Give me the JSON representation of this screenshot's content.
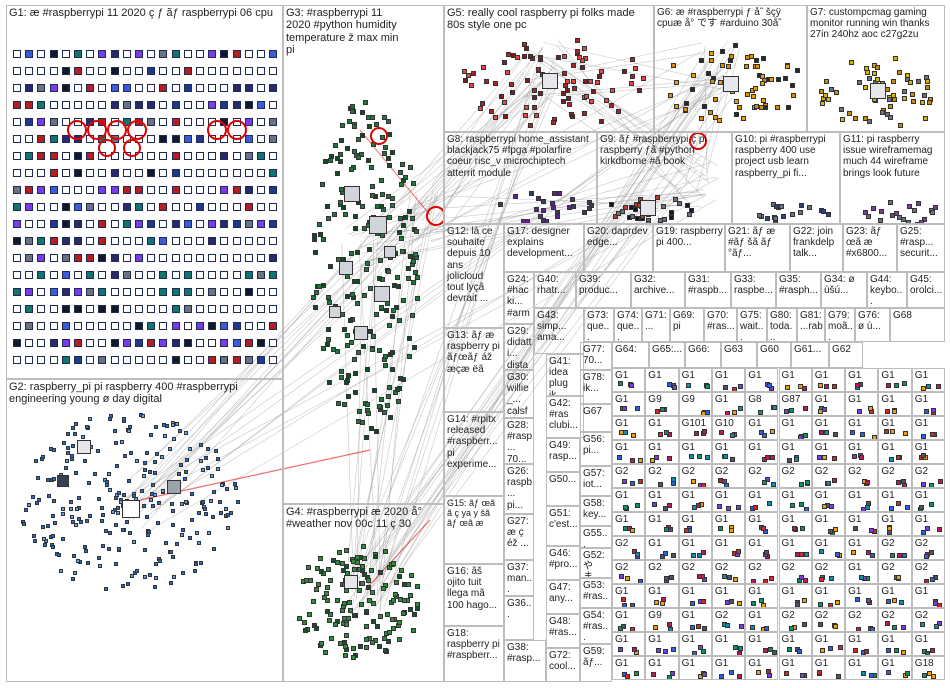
{
  "groups": [
    {
      "id": "G1",
      "label": "G1: æ #raspberrypi 11 2020 ç ƒ ãƒ raspberrypi 06 cpu"
    },
    {
      "id": "G2",
      "label": "G2: raspberry_pi pi raspberry 400 #raspberrypi engineering young ø day digital"
    },
    {
      "id": "G3",
      "label": "G3: #raspberrypi 11 2020 #python humidity temperature ž max min pi"
    },
    {
      "id": "G4",
      "label": "G4: #raspberrypi æ 2020 å° #weather nov 00c 11 ç 30"
    },
    {
      "id": "G5",
      "label": "G5: really cool raspberry pi folks made 80s style one pc"
    },
    {
      "id": "G6",
      "label": "G6: æ #raspberrypi ƒ åˆ šçÿ cpuæ å° です #arduino 30åˆ"
    },
    {
      "id": "G7",
      "label": "G7: custompcmag gaming monitor running win thanks 27in 240hz aoc c27g2zu"
    },
    {
      "id": "G8",
      "label": "G8: raspberrypi home_assistant blackjack75 #fpga #polarfire coeur risc_v microchiptech atterrit module"
    },
    {
      "id": "G9",
      "label": "G9: ãƒ #raspberrypi ç pi raspberry ƒã #python kirkdborne #ã book"
    },
    {
      "id": "G10",
      "label": "G10: pi #raspberrypi raspberry 400 use project usb learn raspberry_pi fi..."
    },
    {
      "id": "G11",
      "label": "G11: pi raspberry issue wireframemag much 44 wireframe brings look future"
    },
    {
      "id": "G12",
      "label": "G12: là ce souhaite depuis 10 ans jolicloud tout lyçã devrait ..."
    },
    {
      "id": "G13",
      "label": "G13: ãƒ æ raspberry pi ãƒœãƒ áž æçæ ëã"
    },
    {
      "id": "G14",
      "label": "G14: #rpitx released #raspberr... pi experime..."
    },
    {
      "id": "G15",
      "label": "G15: ãƒ œã ã ç ya y šã ãƒ œã æ"
    },
    {
      "id": "G16",
      "label": "G16: ãš ojito tuit llega mã 100 hago..."
    },
    {
      "id": "G17",
      "label": "G17: designer explains development..."
    },
    {
      "id": "G18",
      "label": "G18: raspberry pi #raspberr..."
    },
    {
      "id": "G19",
      "label": "G19: raspberry pi 400..."
    },
    {
      "id": "G20",
      "label": "G20: daprdev edge..."
    },
    {
      "id": "G21",
      "label": "G21: ãƒ æ #ãƒ šã ãƒ °ãƒ..."
    },
    {
      "id": "G22",
      "label": "G22: join frankdelp talk..."
    },
    {
      "id": "G23",
      "label": "G23: ãƒ œã æ #x6800..."
    },
    {
      "id": "G24",
      "label": "G24: #hacki... #arm..."
    },
    {
      "id": "G25",
      "label": "G25: #rasp... securit..."
    },
    {
      "id": "G26",
      "label": "G26: raspb... pi..."
    },
    {
      "id": "G27",
      "label": "G27: æ ç éž ..."
    },
    {
      "id": "G28",
      "label": "G28: #rasp... 70..."
    },
    {
      "id": "G29",
      "label": "G29: didatti... distan..."
    },
    {
      "id": "G30",
      "label": "G30: willie_... calsfs..."
    },
    {
      "id": "G31",
      "label": "G31: #raspb..."
    },
    {
      "id": "G32",
      "label": "G32: archive..."
    },
    {
      "id": "G33",
      "label": "G33: raspbe..."
    },
    {
      "id": "G34",
      "label": "G34: ø ùšú..."
    },
    {
      "id": "G35",
      "label": "G35: #rasph..."
    },
    {
      "id": "G36",
      "label": "G36..."
    },
    {
      "id": "G37",
      "label": "G37: man..."
    },
    {
      "id": "G38",
      "label": "G38: #rasp..."
    },
    {
      "id": "G39",
      "label": "G39: produc..."
    },
    {
      "id": "G40",
      "label": "G40: rhatr..."
    },
    {
      "id": "G41",
      "label": "G41: idea plug ik..."
    },
    {
      "id": "G42",
      "label": "G42: #ras clubi..."
    },
    {
      "id": "G43",
      "label": "G43: simp... ama..."
    },
    {
      "id": "G44",
      "label": "G44: keybo..."
    },
    {
      "id": "G45",
      "label": "G45: orolci..."
    },
    {
      "id": "G46",
      "label": "G46: #pro..."
    },
    {
      "id": "G47",
      "label": "G47: any..."
    },
    {
      "id": "G48",
      "label": "G48: #ras..."
    },
    {
      "id": "G49",
      "label": "G49: rasp..."
    },
    {
      "id": "G50",
      "label": "G50..."
    },
    {
      "id": "G51",
      "label": "G51: c'est..."
    },
    {
      "id": "G52",
      "label": "G52: やま..."
    },
    {
      "id": "G53",
      "label": "G53: #ras..."
    },
    {
      "id": "G54",
      "label": "G54: #ras..."
    },
    {
      "id": "G55",
      "label": "G55..."
    },
    {
      "id": "G56",
      "label": "G56: pi..."
    },
    {
      "id": "G57",
      "label": "G57: iot..."
    },
    {
      "id": "G58",
      "label": "G58: key..."
    },
    {
      "id": "G59",
      "label": "G59: ãƒ..."
    },
    {
      "id": "G60",
      "label": "G60"
    },
    {
      "id": "G61",
      "label": "G61..."
    },
    {
      "id": "G62",
      "label": "G62"
    },
    {
      "id": "G63",
      "label": "G63"
    },
    {
      "id": "G64",
      "label": "G64:"
    },
    {
      "id": "G65",
      "label": "G65:..."
    },
    {
      "id": "G66",
      "label": "G66:"
    },
    {
      "id": "G67",
      "label": "G67"
    },
    {
      "id": "G68",
      "label": "G68"
    },
    {
      "id": "G69",
      "label": "G69: pi"
    },
    {
      "id": "G70",
      "label": "G70: #ras..."
    },
    {
      "id": "G71",
      "label": "G71: ..."
    },
    {
      "id": "G72",
      "label": "G72: cool..."
    },
    {
      "id": "G73",
      "label": "G73: que..."
    },
    {
      "id": "G74",
      "label": "G74: que..."
    },
    {
      "id": "G75",
      "label": "G75: wait..."
    },
    {
      "id": "G76",
      "label": "G76: ø ù..."
    },
    {
      "id": "G77",
      "label": "G77: 70..."
    },
    {
      "id": "G78",
      "label": "G78: ik..."
    },
    {
      "id": "G79",
      "label": "G79: moã..."
    },
    {
      "id": "G80",
      "label": "G80: toda..."
    },
    {
      "id": "G81",
      "label": "G81: ...rab"
    }
  ],
  "small_cells": [
    {
      "label": "G1"
    },
    {
      "label": "G1"
    },
    {
      "label": "G1"
    },
    {
      "label": "G1"
    },
    {
      "label": "G1"
    },
    {
      "label": "G1"
    },
    {
      "label": "G1"
    },
    {
      "label": "G1"
    },
    {
      "label": "G1"
    },
    {
      "label": "G1"
    },
    {
      "label": "G1"
    },
    {
      "label": "G9"
    },
    {
      "label": "G9"
    },
    {
      "label": "G1"
    },
    {
      "label": "G8"
    },
    {
      "label": "G87"
    },
    {
      "label": "G1"
    },
    {
      "label": "G1"
    },
    {
      "label": "G1"
    },
    {
      "label": "G1"
    },
    {
      "label": "G1"
    },
    {
      "label": "G1"
    },
    {
      "label": "G101"
    },
    {
      "label": "G10"
    },
    {
      "label": "G1"
    },
    {
      "label": "G1"
    },
    {
      "label": "G1"
    },
    {
      "label": "G1"
    },
    {
      "label": "G1"
    },
    {
      "label": "G1"
    },
    {
      "label": "G1"
    },
    {
      "label": "G1"
    },
    {
      "label": "G1"
    },
    {
      "label": "G1"
    },
    {
      "label": "G1"
    },
    {
      "label": "G1"
    },
    {
      "label": "G1"
    },
    {
      "label": "G1"
    },
    {
      "label": "G1"
    },
    {
      "label": "G1"
    },
    {
      "label": "G2"
    },
    {
      "label": "G2"
    },
    {
      "label": "G2"
    },
    {
      "label": "G2"
    },
    {
      "label": "G2"
    },
    {
      "label": "G2"
    },
    {
      "label": "G2"
    },
    {
      "label": "G2"
    },
    {
      "label": "G2"
    },
    {
      "label": "G2"
    },
    {
      "label": "G1"
    },
    {
      "label": "G1"
    },
    {
      "label": "G1"
    },
    {
      "label": "G1"
    },
    {
      "label": "G1"
    },
    {
      "label": "G1"
    },
    {
      "label": "G1"
    },
    {
      "label": "G1"
    },
    {
      "label": "G1"
    },
    {
      "label": "G1"
    },
    {
      "label": "G1"
    },
    {
      "label": "G1"
    },
    {
      "label": "G1"
    },
    {
      "label": "G1"
    },
    {
      "label": "G1"
    },
    {
      "label": "G1"
    },
    {
      "label": "G1"
    },
    {
      "label": "G1"
    },
    {
      "label": "G1"
    },
    {
      "label": "G1"
    },
    {
      "label": "G2"
    },
    {
      "label": "G1"
    },
    {
      "label": "G1"
    },
    {
      "label": "G1"
    },
    {
      "label": "G1"
    },
    {
      "label": "G1"
    },
    {
      "label": "G1"
    },
    {
      "label": "G1"
    },
    {
      "label": "G2"
    },
    {
      "label": "G2"
    },
    {
      "label": "G2"
    },
    {
      "label": "G2"
    },
    {
      "label": "G2"
    },
    {
      "label": "G2"
    },
    {
      "label": "G2"
    },
    {
      "label": "G2"
    },
    {
      "label": "G2"
    },
    {
      "label": "G1"
    },
    {
      "label": "G2"
    },
    {
      "label": "G2"
    },
    {
      "label": "G1"
    },
    {
      "label": "G1"
    },
    {
      "label": "G1"
    },
    {
      "label": "G1"
    },
    {
      "label": "G1"
    },
    {
      "label": "G1"
    },
    {
      "label": "G1"
    },
    {
      "label": "G1"
    },
    {
      "label": "G1"
    },
    {
      "label": "G1"
    },
    {
      "label": "G1"
    },
    {
      "label": "G9"
    },
    {
      "label": "G1"
    },
    {
      "label": "G2"
    },
    {
      "label": "G1"
    },
    {
      "label": "G2"
    },
    {
      "label": "G2"
    },
    {
      "label": "G2"
    },
    {
      "label": "G2"
    },
    {
      "label": "G2"
    },
    {
      "label": "G1"
    },
    {
      "label": "G1"
    },
    {
      "label": "G1"
    },
    {
      "label": "G1"
    },
    {
      "label": "G1"
    },
    {
      "label": "G1"
    },
    {
      "label": "G1"
    },
    {
      "label": "G1"
    },
    {
      "label": "G1"
    },
    {
      "label": "G1"
    },
    {
      "label": "G1"
    },
    {
      "label": "G1"
    },
    {
      "label": "G1"
    },
    {
      "label": "G1"
    },
    {
      "label": "G1"
    },
    {
      "label": "G1"
    },
    {
      "label": "G1"
    },
    {
      "label": "G1"
    },
    {
      "label": "G1"
    },
    {
      "label": "G18"
    }
  ],
  "colors": {
    "edge": "#9a9a9a",
    "highlight": "#e00000",
    "g1": "#1f3a8a",
    "g2": "#1e6fd9",
    "g3": "#1b7a3a",
    "g4": "#2e8b3a",
    "g5": "#b22222",
    "g6": "#e08a00",
    "g7": "#d4b400",
    "g8": "#6a1b9a",
    "g9": "#c0392b",
    "g10": "#2c3e90",
    "g11": "#7b3f9a"
  }
}
